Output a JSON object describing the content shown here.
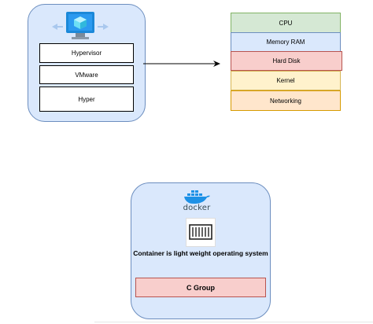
{
  "vm": {
    "layers": [
      "Hypervisor",
      "VMware",
      "Hyper"
    ]
  },
  "stack": {
    "items": [
      "CPU",
      "Memory RAM",
      "Hard Disk",
      "Kernel",
      "Networking"
    ]
  },
  "docker": {
    "logo_text": "docker",
    "caption": "Container is light weight operating system",
    "cgroup_label": "C Group"
  },
  "colors": {
    "container_fill": "#dae8fc",
    "container_stroke": "#6c8ebf",
    "cpu_fill": "#d5e8d4",
    "ram_fill": "#dae8fc",
    "disk_fill": "#f8cecc",
    "kernel_fill": "#fff2cc",
    "network_fill": "#ffe6cc",
    "cgroup_fill": "#f8cecc",
    "docker_blue": "#1d91e6"
  },
  "icons": [
    "virtual-machine-icon",
    "arrow-icon",
    "docker-whale-icon",
    "container-icon"
  ]
}
